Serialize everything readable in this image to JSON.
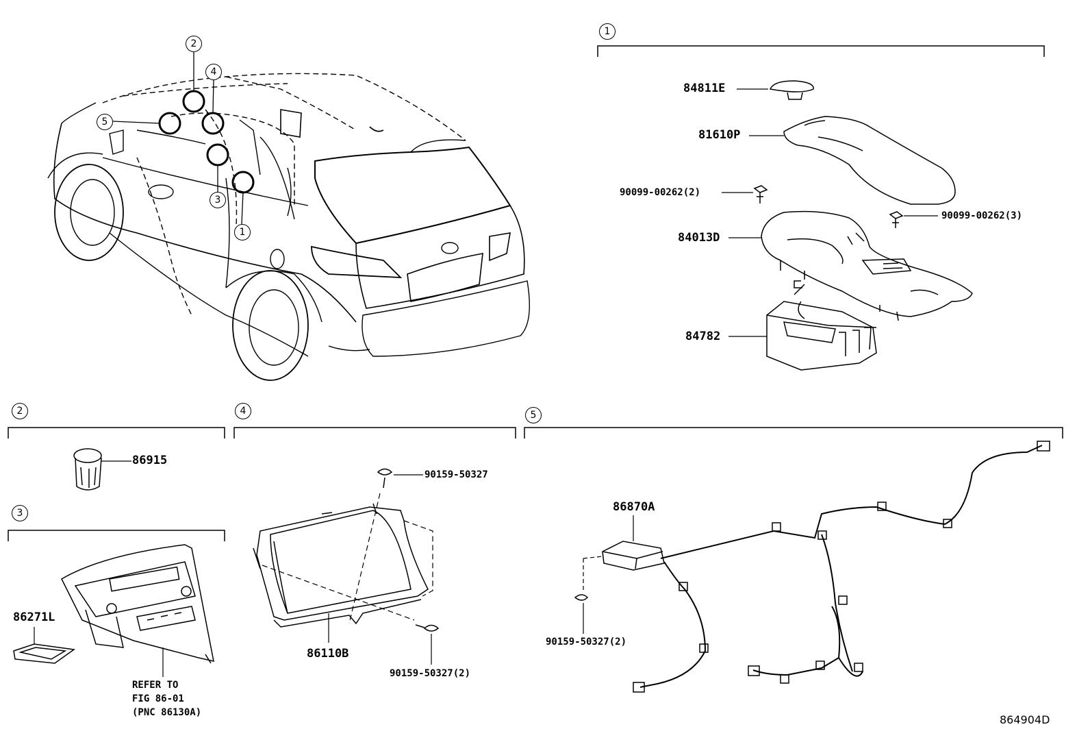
{
  "callouts": {
    "section_1": "1",
    "section_2": "2",
    "section_3": "3",
    "section_4": "4",
    "section_5": "5"
  },
  "car_callouts": [
    "2",
    "4",
    "5",
    "3",
    "1"
  ],
  "parts": {
    "p84811E": "84811E",
    "p81610P": "81610P",
    "p90099_00262_2": "90099-00262(2)",
    "p90099_00262_3": "90099-00262(3)",
    "p84013D": "84013D",
    "p84782": "84782",
    "p86915": "86915",
    "p86271L": "86271L",
    "p90159_50327_top": "90159-50327",
    "p86110B": "86110B",
    "p90159_50327_2_mid": "90159-50327(2)",
    "p86870A": "86870A",
    "p90159_50327_2_right": "90159-50327(2)"
  },
  "refer": {
    "line1": "REFER TO",
    "line2": "FIG 86-01",
    "line3": "(PNC 86130A)"
  },
  "diagram_code": "864904D"
}
